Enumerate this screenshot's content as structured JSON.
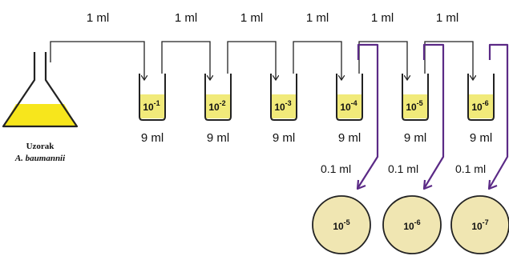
{
  "transfer_labels": [
    "1 ml",
    "1 ml",
    "1 ml",
    "1 ml",
    "1 ml",
    "1 ml"
  ],
  "tubes": [
    {
      "base": "10",
      "exp": "-1",
      "volume": "9 ml"
    },
    {
      "base": "10",
      "exp": "-2",
      "volume": "9 ml"
    },
    {
      "base": "10",
      "exp": "-3",
      "volume": "9 ml"
    },
    {
      "base": "10",
      "exp": "-4",
      "volume": "9 ml"
    },
    {
      "base": "10",
      "exp": "-5",
      "volume": "9 ml"
    },
    {
      "base": "10",
      "exp": "-6",
      "volume": "9 ml"
    }
  ],
  "plating_labels": [
    "0.1 ml",
    "0.1 ml",
    "0.1 ml"
  ],
  "plates": [
    {
      "base": "10",
      "exp": "-5"
    },
    {
      "base": "10",
      "exp": "-6"
    },
    {
      "base": "10",
      "exp": "-7"
    }
  ],
  "sample": {
    "title": "Uzorak",
    "organism": "A. baumannii"
  },
  "colors": {
    "liquid": "#f1ea7a",
    "flask_liquid": "#f7e61c",
    "plate": "#f0e6b2",
    "arrow_purple": "#5b2a86",
    "line": "#222222"
  }
}
